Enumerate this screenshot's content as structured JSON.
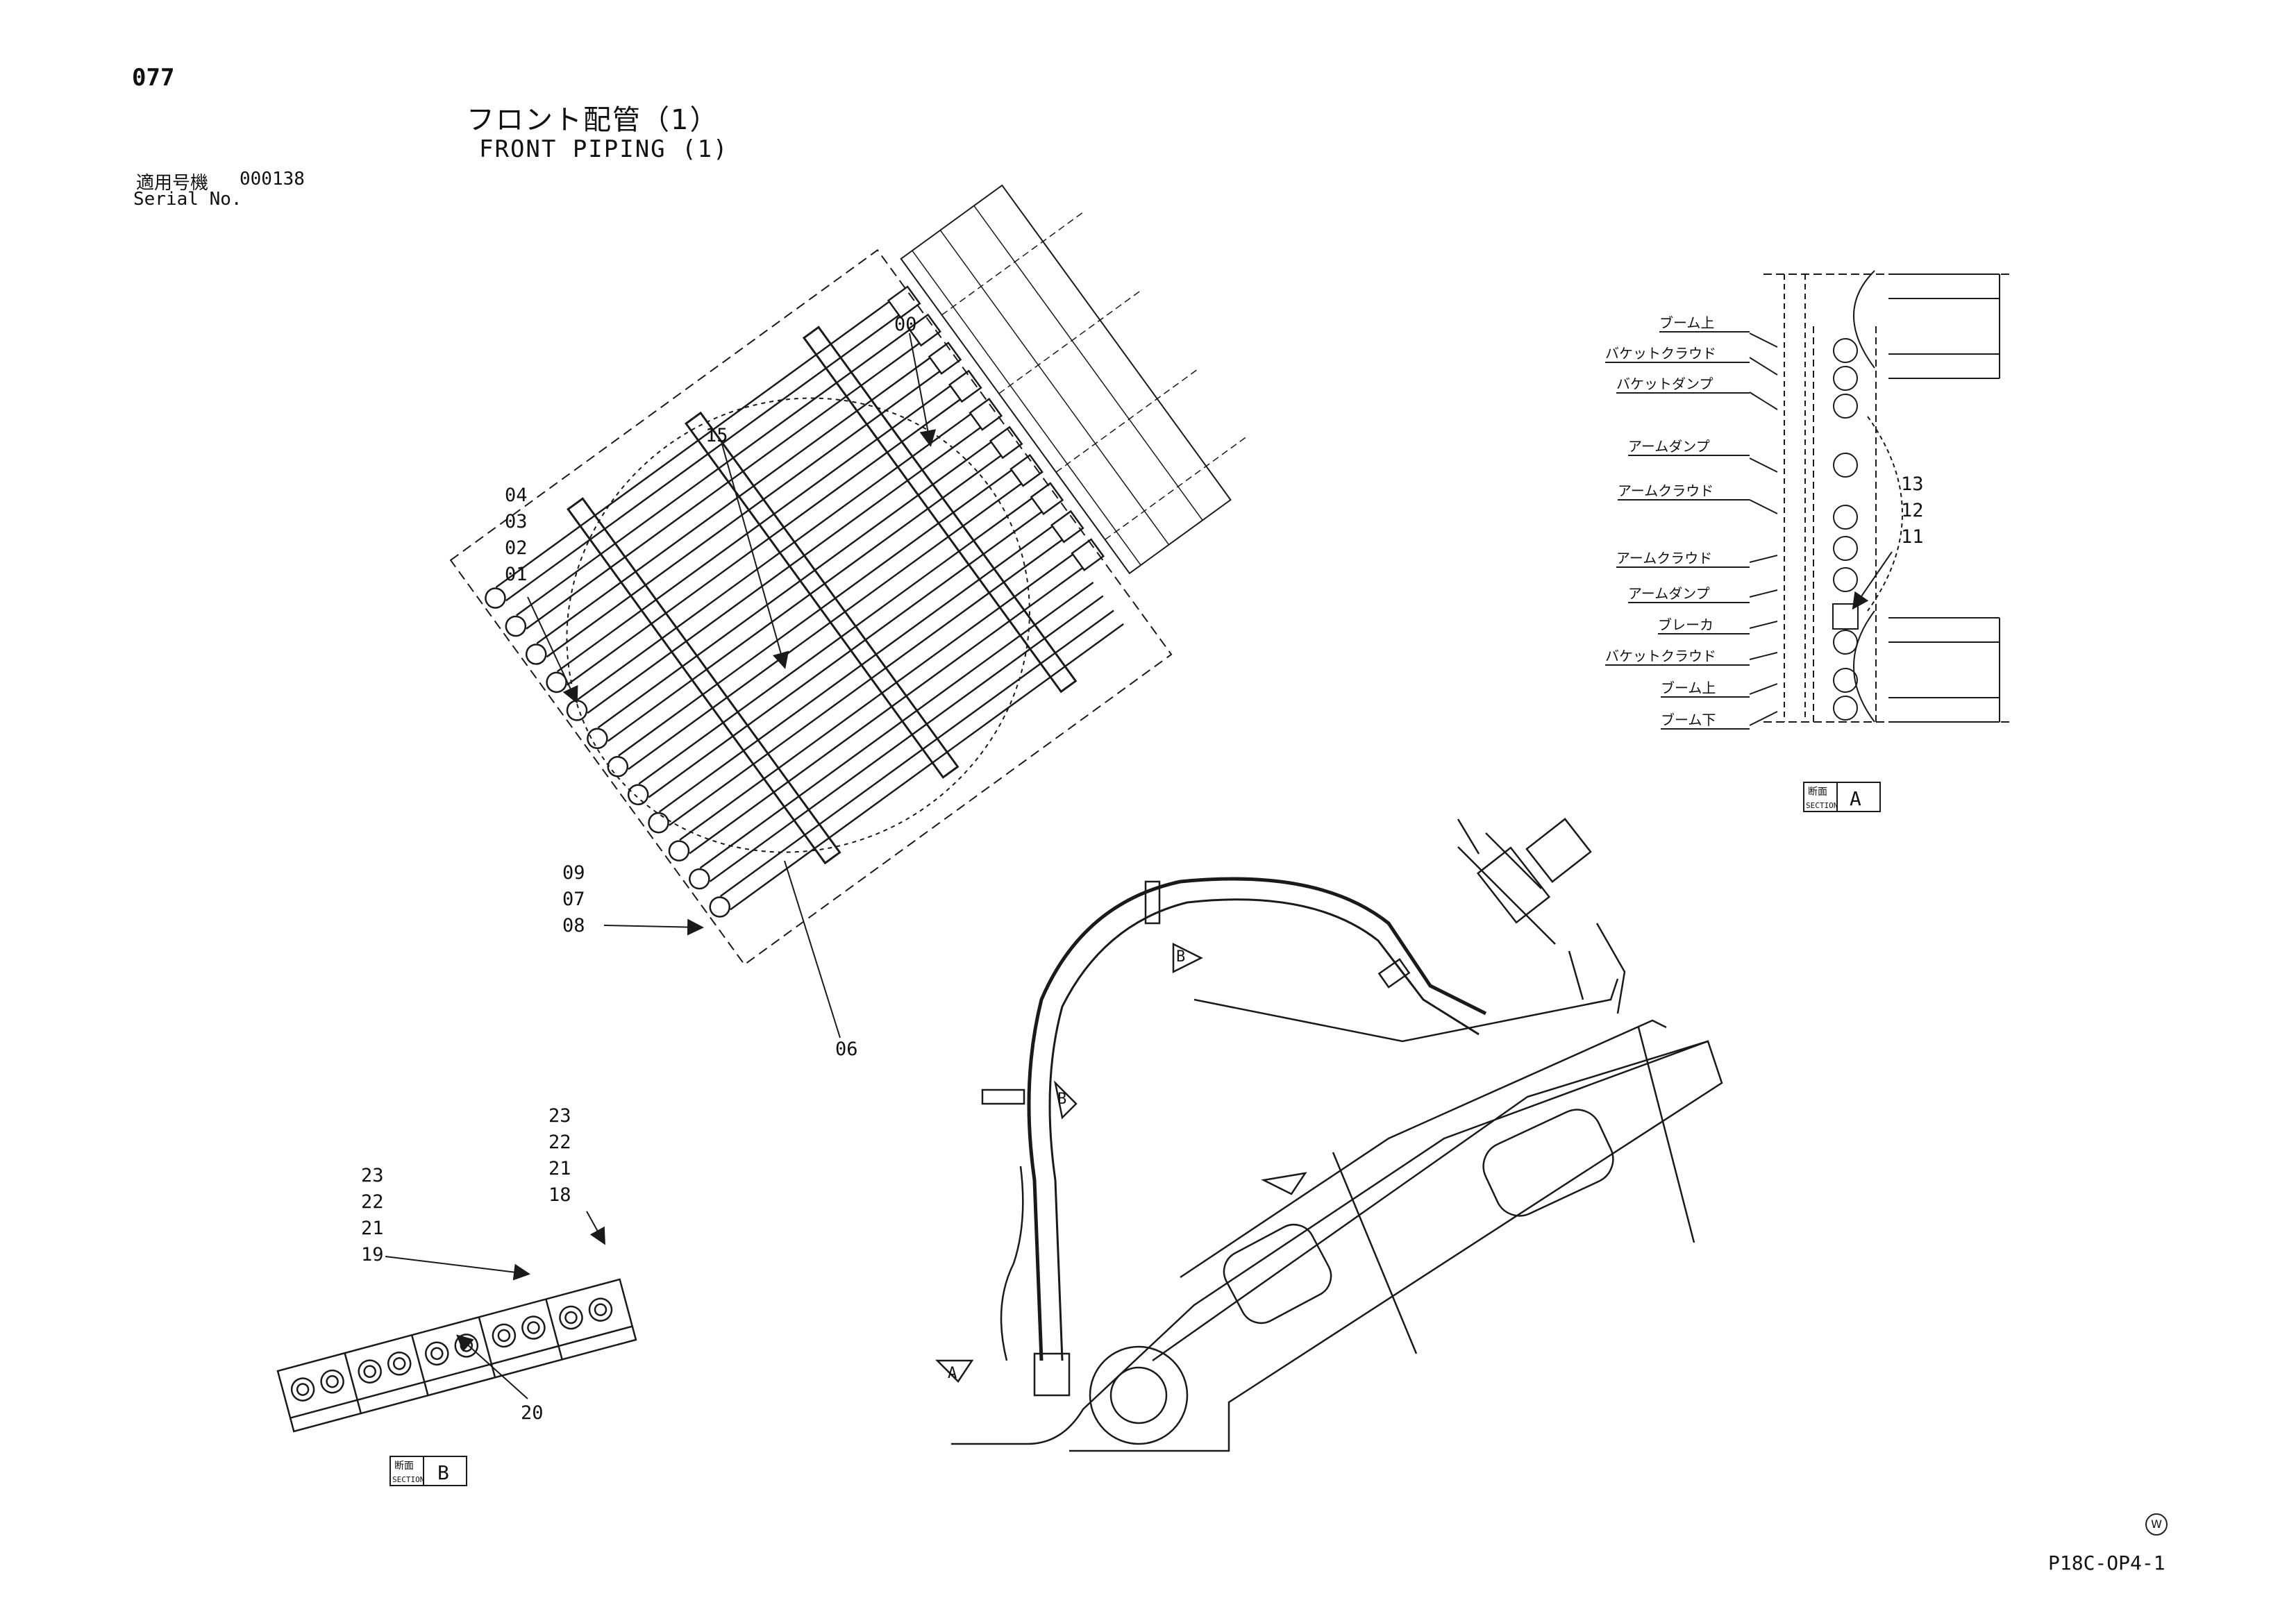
{
  "page_number": "077",
  "title_ja": "フロント配管（1）",
  "title_en": "FRONT PIPING (1)",
  "serial": {
    "label_ja": "適用号機",
    "value": "000138",
    "label_en": "Serial No."
  },
  "doc_id": "P18C-OP4-1",
  "watermark_symbol": "W",
  "part_numbers": {
    "p00": "00",
    "p15": "15",
    "p04": "04",
    "p03": "03",
    "p02": "02",
    "p01": "01",
    "p09": "09",
    "p07": "07",
    "p08": "08",
    "p06": "06",
    "p13": "13",
    "p12": "12",
    "p11": "11",
    "b_23": "23",
    "b_22": "22",
    "b_21": "21",
    "b_18": "18",
    "c_23": "23",
    "c_22": "22",
    "c_21": "21",
    "c_19": "19",
    "p20": "20"
  },
  "section_a": {
    "ja": "断面",
    "en": "SECTION",
    "letter": "A",
    "labels": [
      "ブーム上",
      "バケットクラウド",
      "バケットダンプ",
      "アームダンプ",
      "アームクラウド",
      "アームクラウド",
      "アームダンプ",
      "ブレーカ",
      "バケットクラウド",
      "ブーム上",
      "ブーム下"
    ]
  },
  "section_b": {
    "ja": "断面",
    "en": "SECTION",
    "letter": "B"
  },
  "view_markers": {
    "b1": "B",
    "b2": "B",
    "a1": "A"
  },
  "colors": {
    "line": "#1a1a1a",
    "background": "#ffffff"
  }
}
